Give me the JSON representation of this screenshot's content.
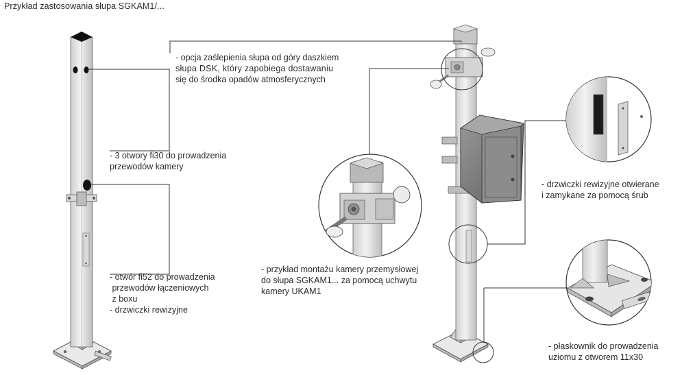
{
  "title": "Przykład zastosowania słupa SGKAM1/...",
  "notes": {
    "top_cap": [
      "- opcja zaślepienia słupa od góry daszkiem",
      "słupa DSK, który zapobiega dostawaniu",
      "się do środka opadów atmosferycznych"
    ],
    "holes_camera": [
      "- 3 otwory fi30 do prowadzenia",
      "przewodów kamery"
    ],
    "hole_box": [
      "- otwór fi52 do prowadzenia",
      " przewodów łączeniowych",
      " z boxu",
      "- drzwiczki rewizyjne"
    ],
    "camera_mount": [
      "- przykład montażu kamery przemysłowej",
      "do słupa SGKAM1... za pomocą uchwytu",
      "kamery UKAM1"
    ],
    "inspection_door": [
      "- drzwiczki rewizyjne otwierane",
      "i zamykane za pomocą śrub"
    ],
    "flat_bar": [
      "- płaskownik do prowadzenia",
      "uziomu z otworem 11x30"
    ]
  },
  "colors": {
    "pole": "#e4e4e4",
    "pole_shade": "#c9c9c9",
    "line": "#333333",
    "box": "#7b7b7b"
  }
}
